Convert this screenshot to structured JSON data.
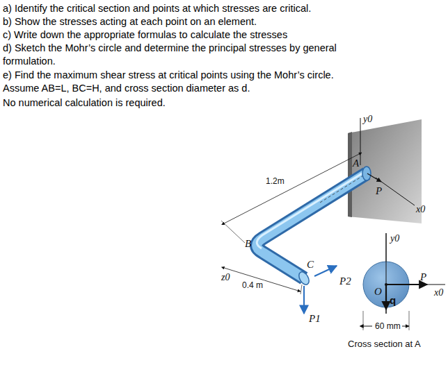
{
  "diagram": {
    "labels": [
      "a) Identify the critical section and points at which stresses are critical.",
      "b) Show the stresses acting at each point on an element.",
      "c) Write down the appropriate formulas to calculate the stresses",
      "d) Sketch the Mohr’s circle and determine the principal stresses by general formulation.",
      "e) Find the maximum shear stress at critical points using the Mohr’s circle.",
      "Assume AB=L, BC=H, and cross section diameter as d.",
      "No numerical calculation is required.",
      "y0",
      "A",
      "1.2m",
      "P",
      "x0",
      "B",
      "z0",
      "0.4 m",
      "C",
      "P2",
      "P1",
      "y0",
      "P",
      "x0",
      "O",
      "q",
      "60 mm",
      "Cross section at A"
    ]
  }
}
